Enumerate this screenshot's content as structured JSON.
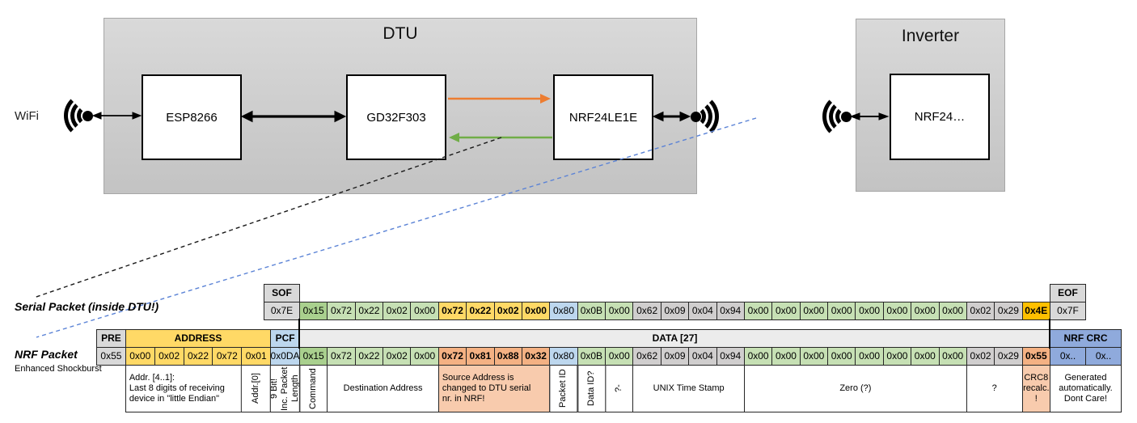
{
  "diagram": {
    "dtu_title": "DTU",
    "inverter_title": "Inverter",
    "wifi_label": "WiFi",
    "esp_label": "ESP8266",
    "gd_label": "GD32F303",
    "nrf_label": "NRF24LE1E",
    "inverter_nrf_label": "NRF24…",
    "colors": {
      "uart_tx_arrow": "#ED7D31",
      "uart_rx_arrow": "#70AD47",
      "rf_dashed_line": "#5B83D6",
      "serial_dashed_line": "#1a1a1a"
    }
  },
  "serial_packet": {
    "label": "Serial Packet (inside DTU!)",
    "sof_header": "SOF",
    "sof_value": "0x7E",
    "eof_header": "EOF",
    "eof_value": "0x7F",
    "bytes": [
      {
        "v": "0x15",
        "c": "gd"
      },
      {
        "v": "0x72",
        "c": "gl"
      },
      {
        "v": "0x22",
        "c": "gl"
      },
      {
        "v": "0x02",
        "c": "gl"
      },
      {
        "v": "0x00",
        "c": "gl"
      },
      {
        "v": "0x72",
        "c": "yb",
        "b": 1
      },
      {
        "v": "0x22",
        "c": "yb",
        "b": 1
      },
      {
        "v": "0x02",
        "c": "yb",
        "b": 1
      },
      {
        "v": "0x00",
        "c": "yb",
        "b": 1
      },
      {
        "v": "0x80",
        "c": "bl"
      },
      {
        "v": "0x0B",
        "c": "gl"
      },
      {
        "v": "0x00",
        "c": "gl"
      },
      {
        "v": "0x62",
        "c": "gy2"
      },
      {
        "v": "0x09",
        "c": "gy2"
      },
      {
        "v": "0x04",
        "c": "gy2"
      },
      {
        "v": "0x94",
        "c": "gy2"
      },
      {
        "v": "0x00",
        "c": "gl"
      },
      {
        "v": "0x00",
        "c": "gl"
      },
      {
        "v": "0x00",
        "c": "gl"
      },
      {
        "v": "0x00",
        "c": "gl"
      },
      {
        "v": "0x00",
        "c": "gl"
      },
      {
        "v": "0x00",
        "c": "gl"
      },
      {
        "v": "0x00",
        "c": "gl"
      },
      {
        "v": "0x00",
        "c": "gl"
      },
      {
        "v": "0x02",
        "c": "gy2"
      },
      {
        "v": "0x29",
        "c": "gy2"
      },
      {
        "v": "0x4E",
        "c": "go",
        "b": 1
      }
    ]
  },
  "nrf_packet": {
    "label": "NRF Packet",
    "sublabel": "Enhanced Shockburst",
    "pre_header": "PRE",
    "address_header": "ADDRESS",
    "pcf_header": "PCF",
    "data_header": "DATA [27]",
    "crc_header": "NRF CRC",
    "pre_bytes": [
      {
        "v": "0x55",
        "c": "gy"
      },
      {
        "v": "0x00",
        "c": "yb"
      },
      {
        "v": "0x02",
        "c": "yb"
      },
      {
        "v": "0x22",
        "c": "yb"
      },
      {
        "v": "0x72",
        "c": "yb"
      },
      {
        "v": "0x01",
        "c": "yb"
      },
      {
        "v": "0x0DA",
        "c": "bl"
      }
    ],
    "bytes": [
      {
        "v": "0x15",
        "c": "gd"
      },
      {
        "v": "0x72",
        "c": "gl"
      },
      {
        "v": "0x22",
        "c": "gl"
      },
      {
        "v": "0x02",
        "c": "gl"
      },
      {
        "v": "0x00",
        "c": "gl"
      },
      {
        "v": "0x72",
        "c": "sa",
        "b": 1
      },
      {
        "v": "0x81",
        "c": "sa",
        "b": 1
      },
      {
        "v": "0x88",
        "c": "sa",
        "b": 1
      },
      {
        "v": "0x32",
        "c": "sa",
        "b": 1
      },
      {
        "v": "0x80",
        "c": "bl"
      },
      {
        "v": "0x0B",
        "c": "gl"
      },
      {
        "v": "0x00",
        "c": "gl"
      },
      {
        "v": "0x62",
        "c": "gy2"
      },
      {
        "v": "0x09",
        "c": "gy2"
      },
      {
        "v": "0x04",
        "c": "gy2"
      },
      {
        "v": "0x94",
        "c": "gy2"
      },
      {
        "v": "0x00",
        "c": "gl"
      },
      {
        "v": "0x00",
        "c": "gl"
      },
      {
        "v": "0x00",
        "c": "gl"
      },
      {
        "v": "0x00",
        "c": "gl"
      },
      {
        "v": "0x00",
        "c": "gl"
      },
      {
        "v": "0x00",
        "c": "gl"
      },
      {
        "v": "0x00",
        "c": "gl"
      },
      {
        "v": "0x00",
        "c": "gl"
      },
      {
        "v": "0x02",
        "c": "gy2"
      },
      {
        "v": "0x29",
        "c": "gy2"
      },
      {
        "v": "0x55",
        "c": "sa",
        "b": 1
      }
    ],
    "crc_bytes": [
      {
        "v": "0x..",
        "c": "bm"
      },
      {
        "v": "0x..",
        "c": "bm"
      }
    ]
  },
  "annotations": [
    {
      "text": "Addr. [4..1]:\nLast 8 digits of receiving\ndevice in \"little Endian\"",
      "from": 1,
      "span": 4,
      "align": "left"
    },
    {
      "text": "Addr.[0]",
      "from": 5,
      "span": 1,
      "vertical": true
    },
    {
      "text": "9 Bit!\nInc. Packet\nLength",
      "from": 6,
      "span": 1,
      "vertical": true
    },
    {
      "text": "Command",
      "from": 7,
      "span": 1,
      "vertical": true
    },
    {
      "text": "Destination Address",
      "from": 8,
      "span": 4
    },
    {
      "text": "Source Address is\nchanged to DTU serial\nnr. in NRF!",
      "from": 12,
      "span": 4,
      "bg": "sl",
      "align": "left"
    },
    {
      "text": "Packet ID",
      "from": 16,
      "span": 1,
      "vertical": true
    },
    {
      "text": "Data ID?",
      "from": 17,
      "span": 1,
      "vertical": true
    },
    {
      "text": "?-",
      "from": 18,
      "span": 1,
      "vertical": true
    },
    {
      "text": "UNIX Time Stamp",
      "from": 19,
      "span": 4
    },
    {
      "text": "Zero (?)",
      "from": 23,
      "span": 8
    },
    {
      "text": "?",
      "from": 31,
      "span": 2
    },
    {
      "text": "CRC8\nrecalc.\n!",
      "from": 33,
      "span": 1,
      "bg": "sl"
    },
    {
      "text": "Generated\nautomatically.\nDont Care!",
      "from": 34,
      "span": 2
    }
  ]
}
